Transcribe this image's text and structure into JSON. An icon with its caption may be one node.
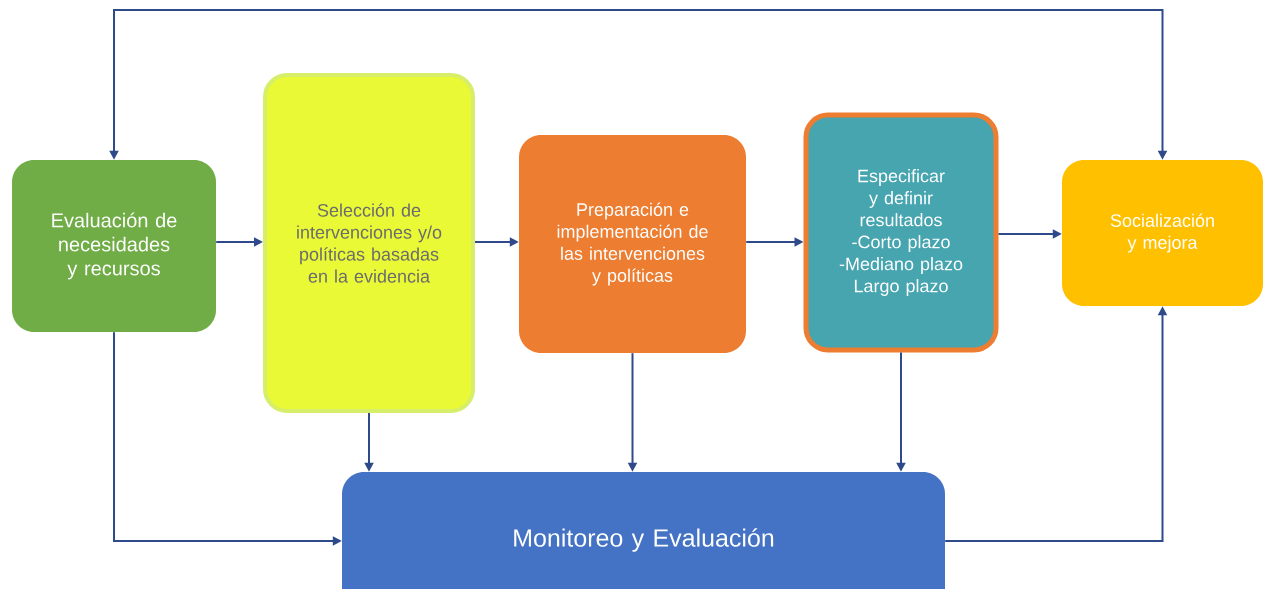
{
  "diagram": {
    "nodes": [
      {
        "text": [
          "Evaluación de necesidades y recursos"
        ]
      },
      {
        "text": [
          "Selección de intervenciones y/o políticas basadas en la evidencia"
        ]
      },
      {
        "text": [
          "Preparación e implementación de las intervenciones y políticas"
        ]
      },
      {
        "text": [
          "Especificar y definir resultados -Corto plazo -Mediano plazo Largo plazo"
        ]
      },
      {
        "text": [
          "Socialización y mejora"
        ]
      },
      {
        "text": [
          "Monitoreo y Evaluación"
        ]
      }
    ],
    "edges": [
      {
        "from": 0,
        "to": 1,
        "arrow": "to"
      },
      {
        "from": 1,
        "to": 2,
        "arrow": "to"
      },
      {
        "from": 2,
        "to": 3,
        "arrow": "to"
      },
      {
        "from": 3,
        "to": 4,
        "arrow": "to"
      },
      {
        "from": 0,
        "to": 4,
        "arrow": "both"
      },
      {
        "from": 0,
        "to": 5,
        "arrow": "to"
      },
      {
        "from": 1,
        "to": 5,
        "arrow": "to"
      },
      {
        "from": 2,
        "to": 5,
        "arrow": "to"
      },
      {
        "from": 3,
        "to": 5,
        "arrow": "to"
      },
      {
        "from": 5,
        "to": 4,
        "arrow": "to"
      }
    ]
  }
}
